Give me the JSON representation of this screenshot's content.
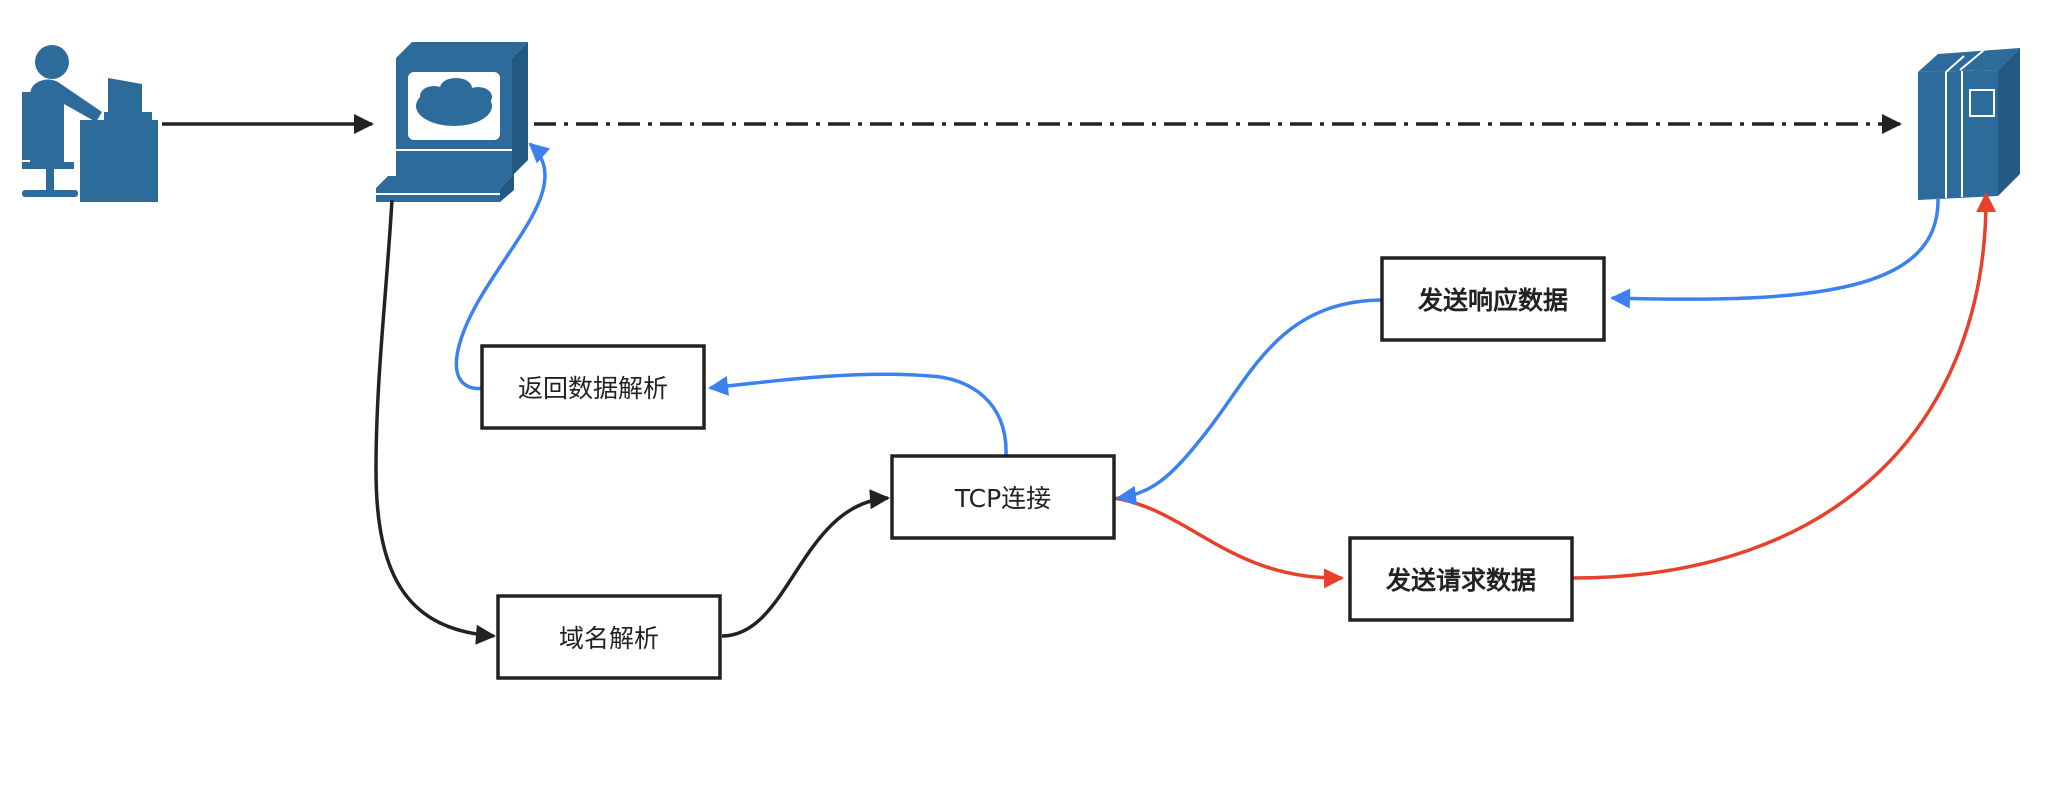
{
  "nodes": {
    "dns": "域名解析",
    "tcp": "TCP连接",
    "send_request": "发送请求数据",
    "send_response": "发送响应数据",
    "parse_response": "返回数据解析"
  },
  "icons": {
    "user": "user-at-desk-icon",
    "computer": "computer-terminal-icon",
    "server": "server-tower-icon"
  },
  "colors": {
    "icon": "#2d6b9a",
    "request": "#e8412b",
    "response": "#3b82f0",
    "flow": "#222222"
  }
}
